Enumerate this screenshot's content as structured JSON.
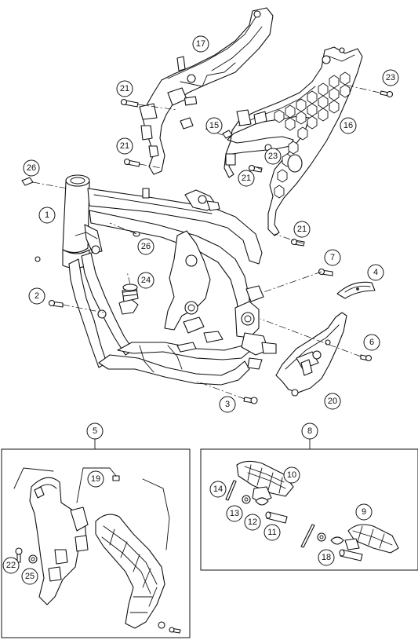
{
  "callouts": {
    "c1": "1",
    "c2": "2",
    "c3": "3",
    "c4": "4",
    "c5": "5",
    "c6": "6",
    "c7": "7",
    "c8": "8",
    "c9": "9",
    "c10": "10",
    "c11": "11",
    "c12": "12",
    "c13": "13",
    "c14": "14",
    "c15": "15",
    "c16": "16",
    "c17": "17",
    "c18": "18",
    "c19": "19",
    "c20": "20",
    "c21a": "21",
    "c21b": "21",
    "c21c": "21",
    "c21d": "21",
    "c22": "22",
    "c23a": "23",
    "c23b": "23",
    "c24": "24",
    "c25": "25",
    "c26a": "26",
    "c26b": "26"
  },
  "colors": {
    "line": "#111111",
    "background": "#ffffff"
  }
}
